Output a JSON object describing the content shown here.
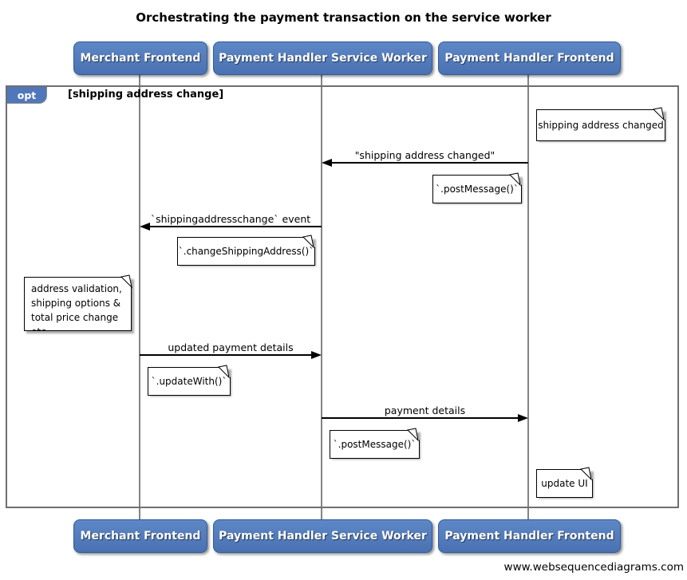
{
  "title": "Orchestrating the payment transaction on the service worker",
  "actors": [
    "Merchant Frontend",
    "Payment Handler Service Worker",
    "Payment Handler Frontend"
  ],
  "fragment": {
    "operator": "opt",
    "guard": "[shipping address change]"
  },
  "messages": [
    {
      "text": "\"shipping address changed\"",
      "from": "Payment Handler Frontend",
      "to": "Payment Handler Service Worker"
    },
    {
      "text": "`shippingaddresschange` event",
      "from": "Payment Handler Service Worker",
      "to": "Merchant Frontend"
    },
    {
      "text": "updated payment details",
      "from": "Merchant Frontend",
      "to": "Payment Handler Service Worker"
    },
    {
      "text": "payment details",
      "from": "Payment Handler Service Worker",
      "to": "Payment Handler Frontend"
    }
  ],
  "notes": [
    {
      "text": "shipping address changed",
      "position": "right of Payment Handler Frontend"
    },
    {
      "text": "`.postMessage()`",
      "position": "left of Payment Handler Frontend"
    },
    {
      "text": "`.changeShippingAddress()`",
      "position": "left of Payment Handler Service Worker"
    },
    {
      "text": "address validation,\nshipping options &\ntotal price change etc",
      "position": "left of Merchant Frontend"
    },
    {
      "text": "`.updateWith()`",
      "position": "right of Merchant Frontend"
    },
    {
      "text": "`.postMessage()`",
      "position": "right of Payment Handler Service Worker"
    },
    {
      "text": "update UI",
      "position": "right of Payment Handler Frontend"
    }
  ],
  "watermark": "www.websequencediagrams.com",
  "colors": {
    "actor_fill": "#5077B9",
    "actor_border": "#2D5B9B",
    "frame_border": "#6F6F6F",
    "lifeline": "#848484",
    "note_fill": "#FFFFFF",
    "message_line": "#000000"
  }
}
